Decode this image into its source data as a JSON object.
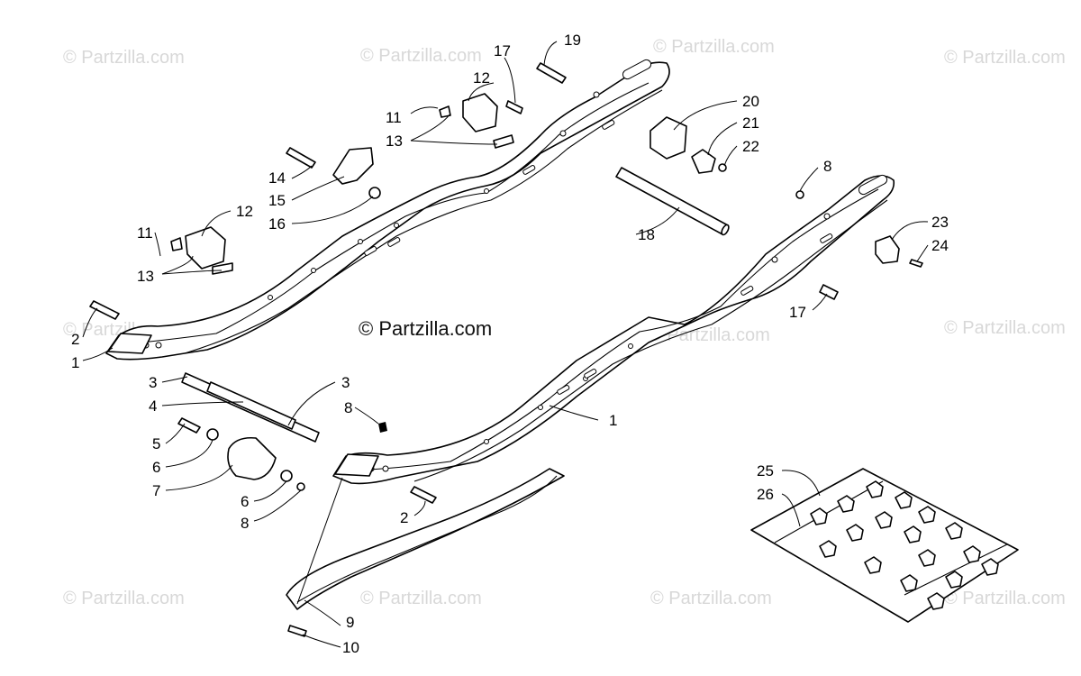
{
  "watermark": {
    "text": "© Partzilla.com",
    "center_text": "© Partzilla.com"
  },
  "callouts": {
    "c1a": "1",
    "c1b": "1",
    "c2a": "2",
    "c2b": "2",
    "c3a": "3",
    "c3b": "3",
    "c4": "4",
    "c5": "5",
    "c6a": "6",
    "c6b": "6",
    "c7": "7",
    "c8a": "8",
    "c8b": "8",
    "c8c": "8",
    "c9": "9",
    "c10": "10",
    "c11a": "11",
    "c11b": "11",
    "c12a": "12",
    "c12b": "12",
    "c13a": "13",
    "c13b": "13",
    "c14": "14",
    "c15": "15",
    "c16": "16",
    "c17a": "17",
    "c17b": "17",
    "c18": "18",
    "c19": "19",
    "c20": "20",
    "c21": "21",
    "c22": "22",
    "c23": "23",
    "c24": "24",
    "c25": "25",
    "c26": "26"
  }
}
